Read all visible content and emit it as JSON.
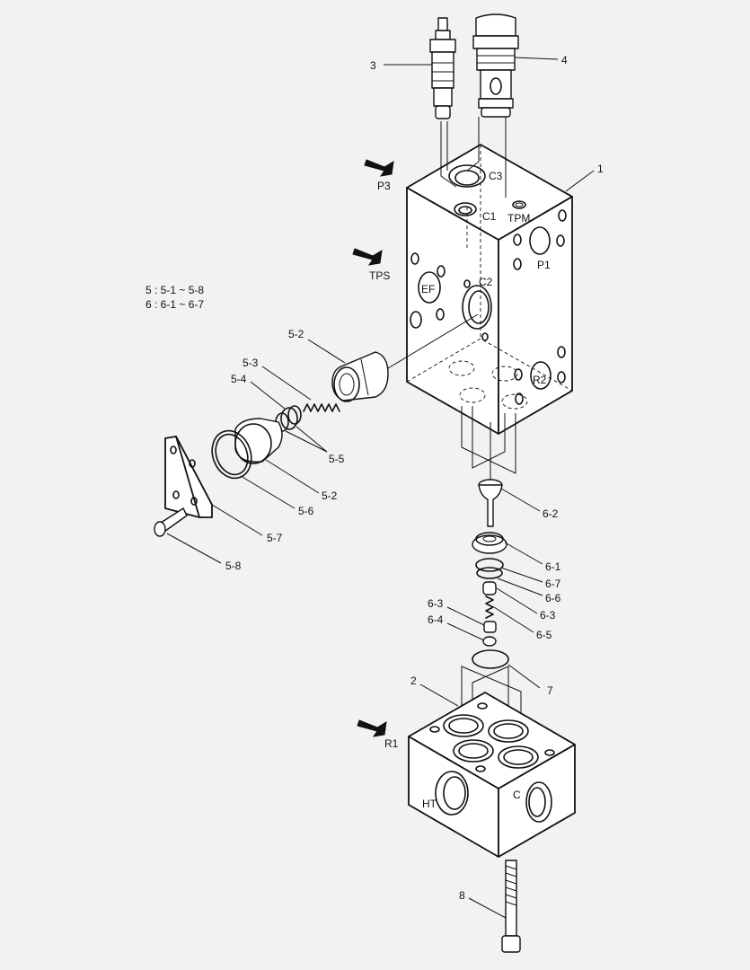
{
  "legend": {
    "line1": "5 : 5-1 ~ 5-8",
    "line2": "6 : 6-1 ~ 6-7"
  },
  "callouts": {
    "c1": "1",
    "c2": "2",
    "c3": "3",
    "c4": "4",
    "c5_2a": "5-2",
    "c5_3": "5-3",
    "c5_4": "5-4",
    "c5_5": "5-5",
    "c5_2b": "5-2",
    "c5_6": "5-6",
    "c5_7": "5-7",
    "c5_8": "5-8",
    "c6_2": "6-2",
    "c6_1": "6-1",
    "c6_7": "6-7",
    "c6_6": "6-6",
    "c6_3a": "6-3",
    "c6_3b": "6-3",
    "c6_4": "6-4",
    "c6_5": "6-5",
    "c7": "7",
    "c8": "8"
  },
  "ports": {
    "p3": "P3",
    "c3": "C3",
    "c1": "C1",
    "tpm": "TPM",
    "p1": "P1",
    "tps": "TPS",
    "ef": "EF",
    "c2": "C2",
    "r2": "R2",
    "r1": "R1",
    "ht": "HT",
    "c": "C"
  },
  "colors": {
    "background": "#f2f2f2",
    "line": "#111111",
    "fill": "#ffffff"
  }
}
